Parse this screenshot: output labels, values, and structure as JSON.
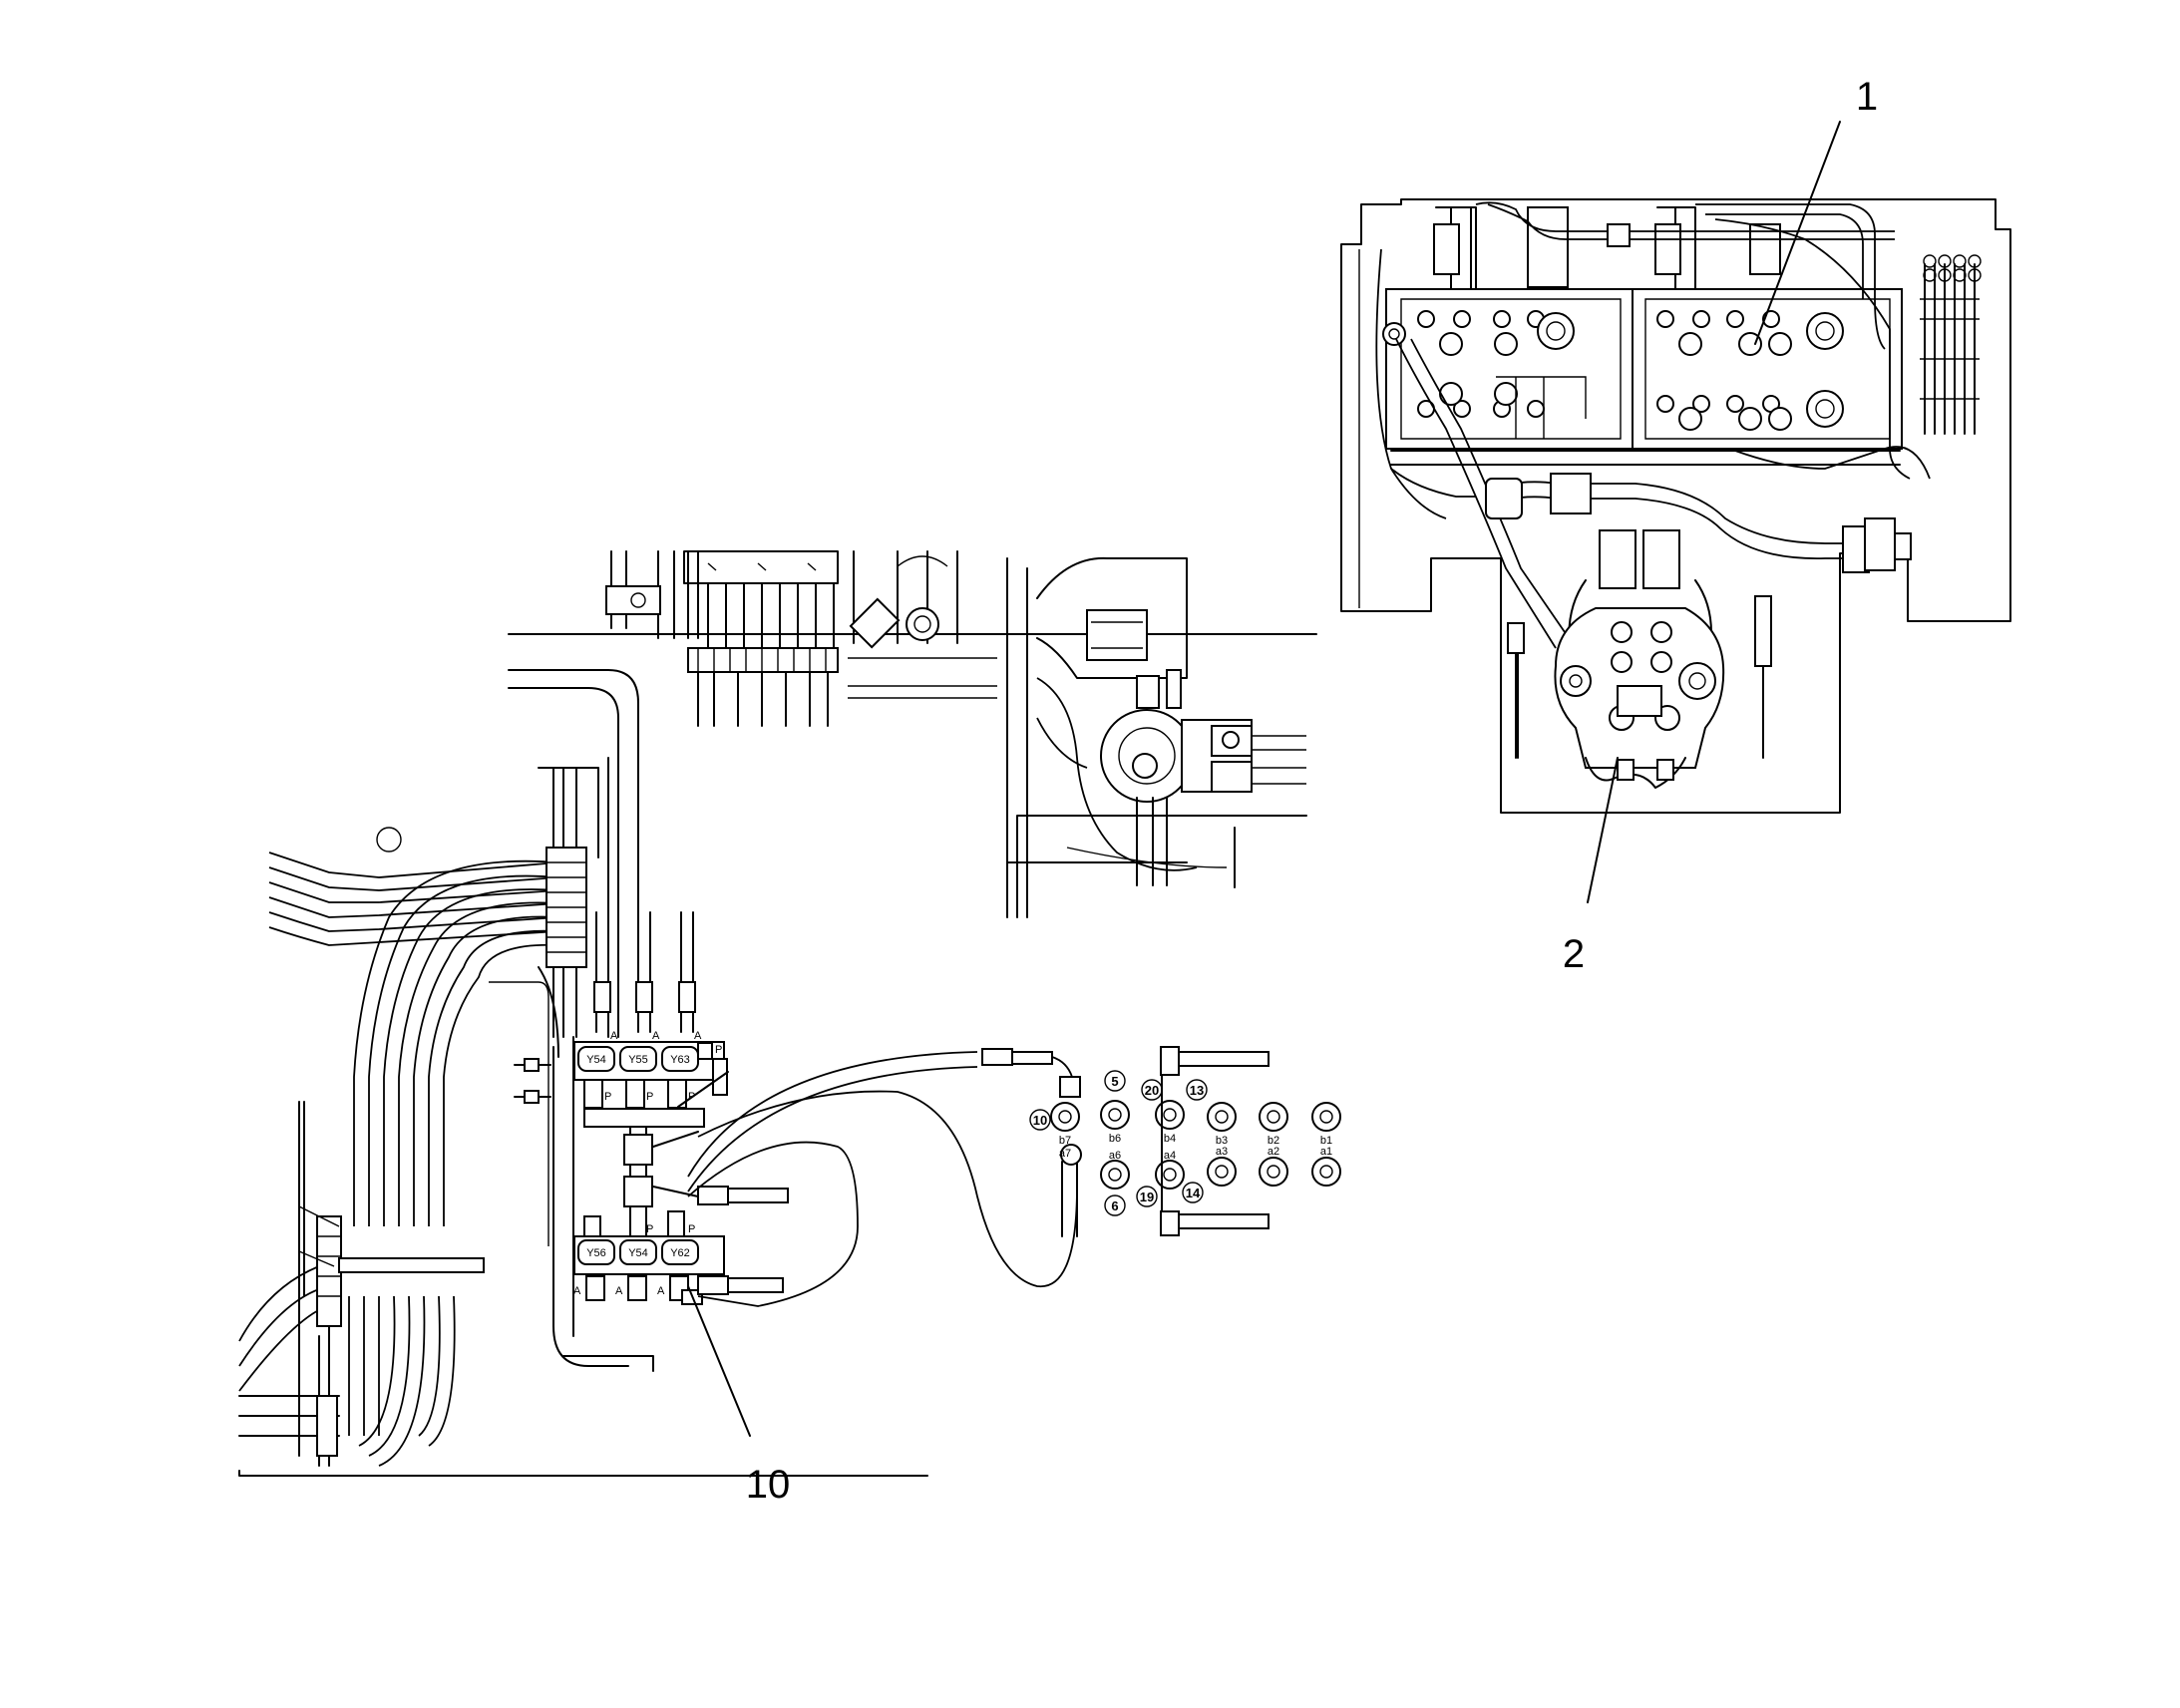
{
  "callouts": {
    "c1": "1",
    "c2": "2",
    "c10": "10"
  },
  "valve_labels": {
    "top": [
      "Y54",
      "Y55",
      "Y63"
    ],
    "bottom": [
      "Y56",
      "Y54",
      "Y62"
    ],
    "port_a": "A",
    "port_p": "P"
  },
  "port_labels": {
    "top_row": [
      "b6",
      "b4",
      "b3",
      "b2",
      "b1"
    ],
    "bottom_row": [
      "a6",
      "a4",
      "a3",
      "a2",
      "a1"
    ],
    "extra_b": "b7",
    "extra_a": "a7"
  },
  "circled_numbers": [
    "5",
    "20",
    "13",
    "10",
    "6",
    "19",
    "14"
  ]
}
